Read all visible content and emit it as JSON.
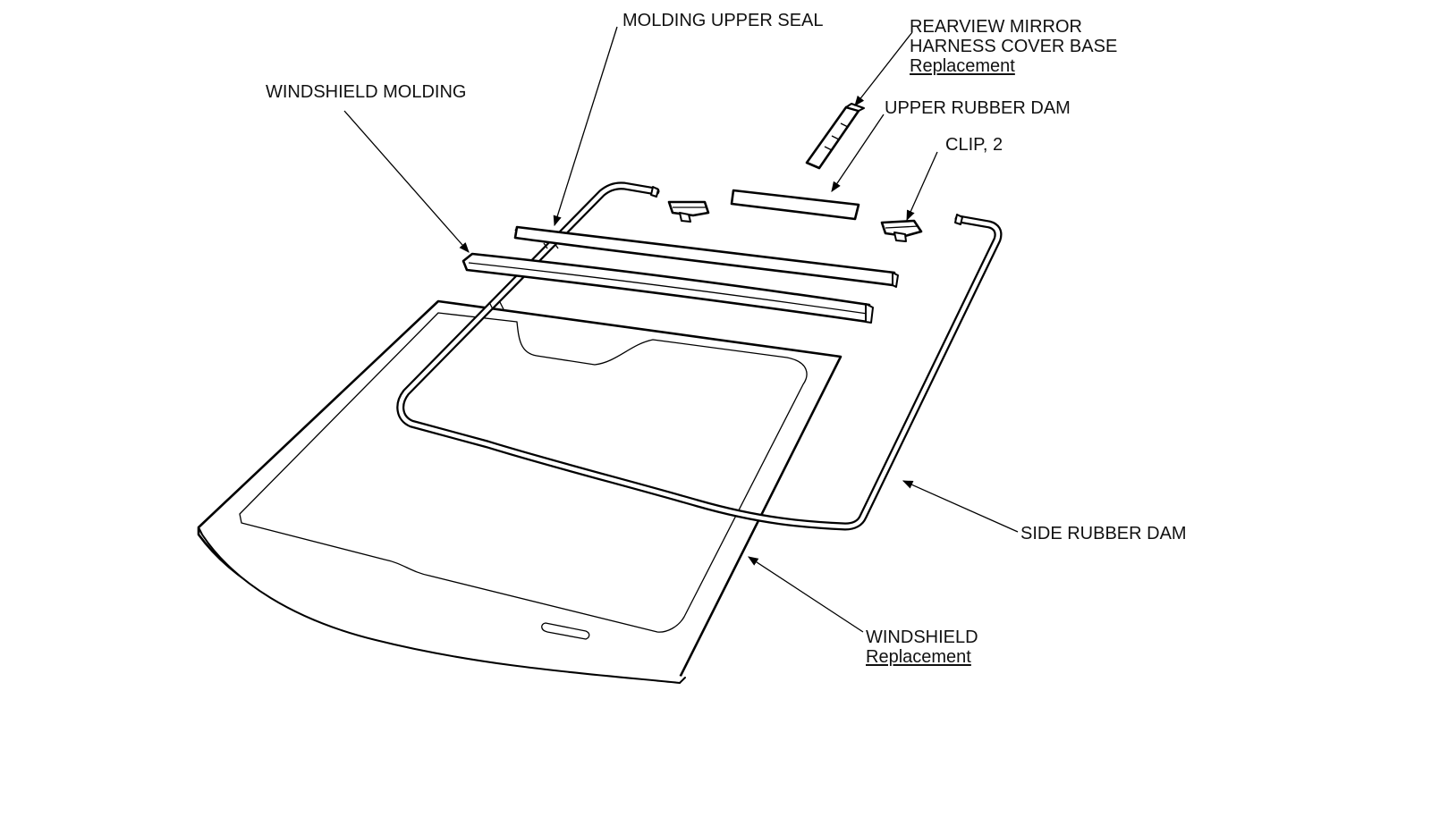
{
  "diagram": {
    "labels": {
      "molding_upper_seal": "MOLDING UPPER SEAL",
      "rearview_mirror_line1": "REARVIEW MIRROR",
      "rearview_mirror_line2": "HARNESS COVER BASE",
      "rearview_mirror_link": "Replacement",
      "windshield_molding": "WINDSHIELD MOLDING",
      "upper_rubber_dam": "UPPER RUBBER DAM",
      "clip": "CLIP, 2",
      "side_rubber_dam": "SIDE RUBBER DAM",
      "windshield": "WINDSHIELD",
      "windshield_link": "Replacement"
    },
    "colors": {
      "line": "#000000",
      "background": "#ffffff"
    }
  }
}
